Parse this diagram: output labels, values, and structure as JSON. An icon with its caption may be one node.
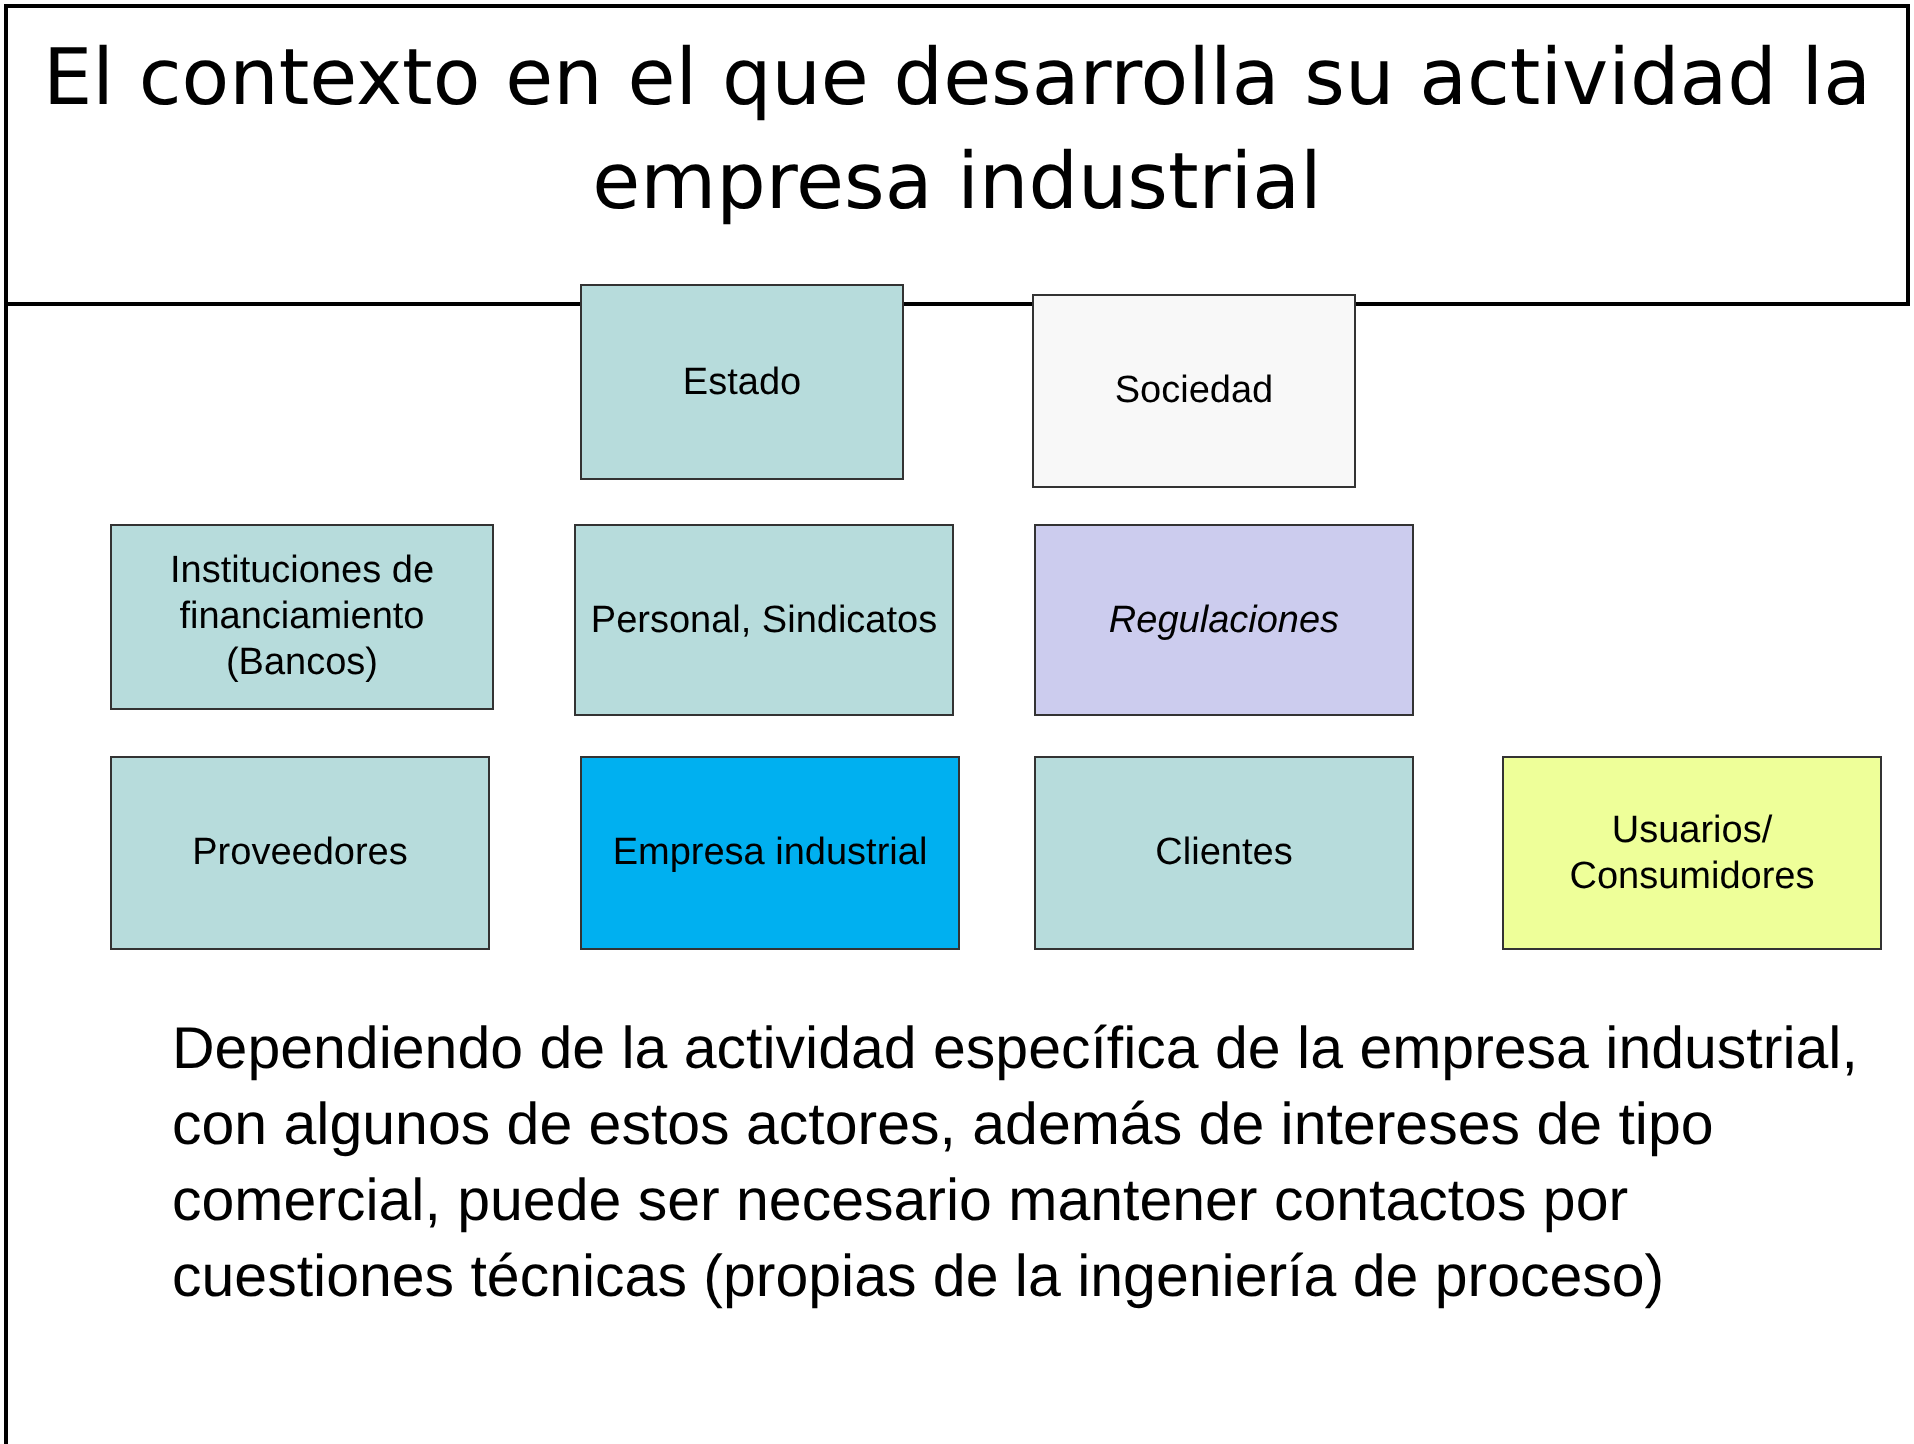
{
  "diagram": {
    "title": "El contexto en el que desarrolla su actividad la empresa industrial",
    "caption": "Dependiendo de la actividad específica de la empresa industrial,  con algunos de estos actores, además de intereses de tipo comercial, puede ser necesario mantener contactos por cuestiones técnicas (propias de la ingeniería de proceso)",
    "nodes": [
      {
        "text": [
          "Estado"
        ]
      },
      {
        "text": [
          "Sociedad"
        ]
      },
      {
        "text": [
          "Instituciones de financiamiento (Bancos)"
        ]
      },
      {
        "text": [
          "Personal, Sindicatos"
        ]
      },
      {
        "text": [
          "Regulaciones"
        ]
      },
      {
        "text": [
          "Proveedores"
        ]
      },
      {
        "text": [
          "Empresa industrial"
        ]
      },
      {
        "text": [
          "Clientes"
        ]
      },
      {
        "text": [
          "Usuarios/ Consumidores"
        ]
      }
    ]
  }
}
